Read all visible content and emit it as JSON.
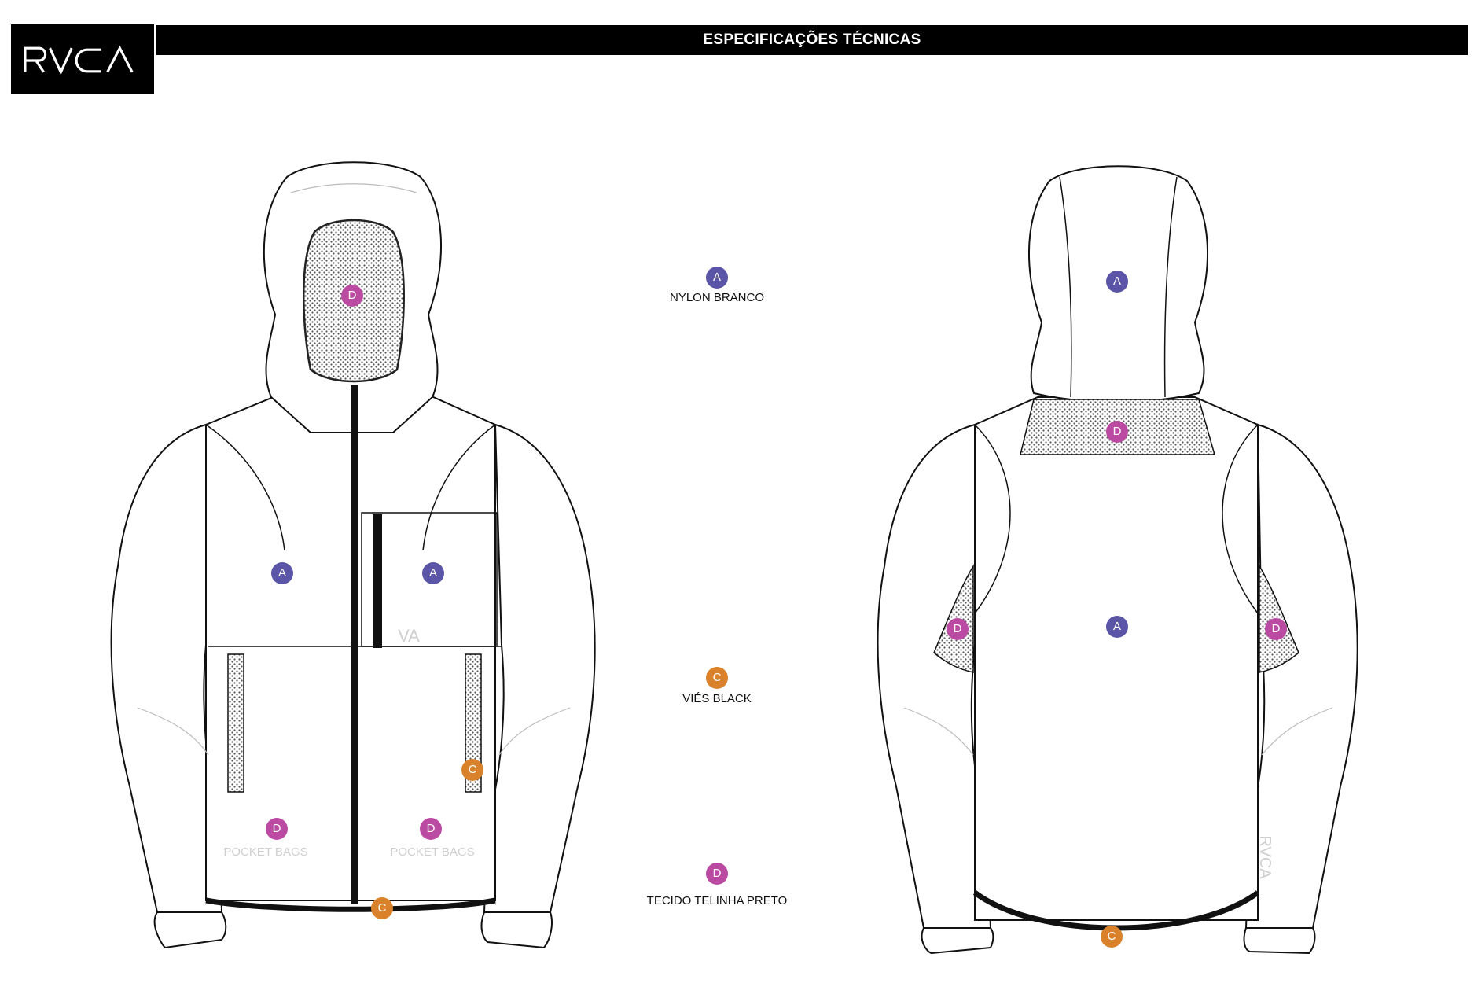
{
  "header": {
    "brand": "RVCA",
    "title": "ESPECIFICAÇÕES TÉCNICAS"
  },
  "legend": [
    {
      "code": "A",
      "label": "NYLON BRANCO",
      "color": "#5a55a6"
    },
    {
      "code": "C",
      "label": "VIÉS BLACK",
      "color": "#d9822b"
    },
    {
      "code": "D",
      "label": "TECIDO TELINHA PRETO",
      "color": "#bb4aa3"
    }
  ],
  "front": {
    "marker_hood": "D",
    "marker_body_left": "A",
    "marker_body_right": "A",
    "marker_pocket_left": "D",
    "marker_pocket_right": "D",
    "marker_binding_pocket": "C",
    "marker_binding_hem": "C",
    "pocket_left_text": "POCKET BAGS",
    "pocket_right_text": "POCKET BAGS",
    "chest_logo": "VA"
  },
  "back": {
    "marker_hood": "A",
    "marker_yoke": "D",
    "marker_body": "A",
    "marker_side_left": "D",
    "marker_side_right": "D",
    "marker_hem": "C",
    "sleeve_logo": "RVCA"
  }
}
